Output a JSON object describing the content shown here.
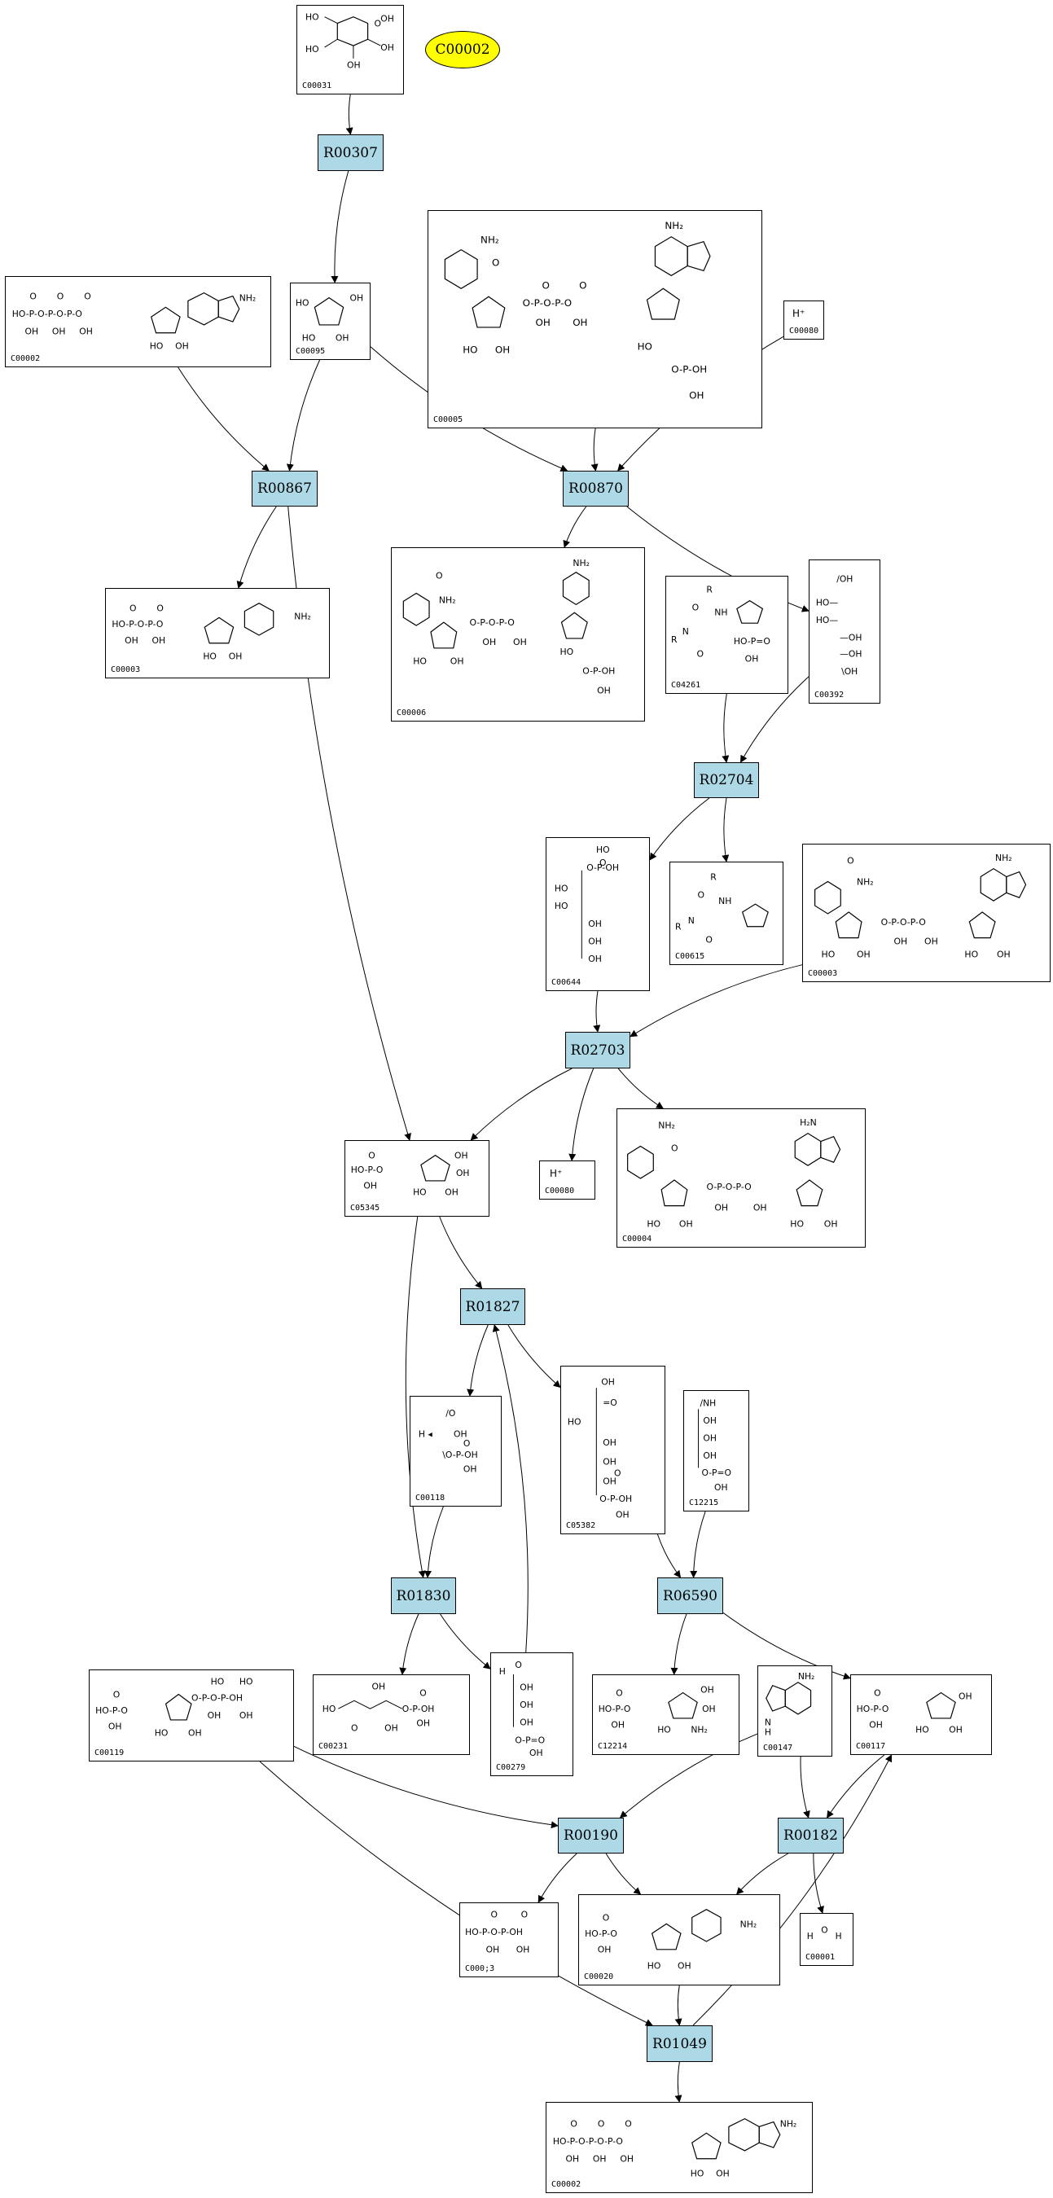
{
  "highlight": {
    "label": "C00002",
    "color": "#ffff00"
  },
  "colors": {
    "reaction_fill": "#add8e6",
    "edge": "#000000"
  },
  "compounds": [
    {
      "key": "c00031",
      "id": "C00031",
      "icon": "glucose-structure"
    },
    {
      "key": "c00002a",
      "id": "C00002",
      "icon": "atp-structure"
    },
    {
      "key": "c00095",
      "id": "C00095",
      "icon": "fructose-structure"
    },
    {
      "key": "c00005",
      "id": "C00005",
      "icon": "nadph-structure"
    },
    {
      "key": "c00080a",
      "id": "C00080",
      "icon": "proton",
      "formula": "H⁺"
    },
    {
      "key": "c00003a",
      "id": "C00003",
      "icon": "adp-structure"
    },
    {
      "key": "c00006",
      "id": "C00006",
      "icon": "nadp-structure"
    },
    {
      "key": "c04261",
      "id": "C04261",
      "icon": "phosphohistidine-protein-structure"
    },
    {
      "key": "c00392",
      "id": "C00392",
      "icon": "mannitol-structure"
    },
    {
      "key": "c00644",
      "id": "C00644",
      "icon": "mannitol-1-phosphate-structure"
    },
    {
      "key": "c00615",
      "id": "C00615",
      "icon": "histidine-protein-structure"
    },
    {
      "key": "c00003b",
      "id": "C00003",
      "icon": "nad-structure"
    },
    {
      "key": "c05345",
      "id": "C05345",
      "icon": "fructose-6-phosphate-structure"
    },
    {
      "key": "c00080b",
      "id": "C00080",
      "icon": "proton",
      "formula": "H⁺"
    },
    {
      "key": "c00004",
      "id": "C00004",
      "icon": "nadh-structure"
    },
    {
      "key": "c00118",
      "id": "C00118",
      "icon": "glyceraldehyde-3-phosphate-structure"
    },
    {
      "key": "c05382",
      "id": "C05382",
      "icon": "sedoheptulose-7-phosphate-structure"
    },
    {
      "key": "c12215",
      "id": "C12215",
      "icon": "iminoribitol-phosphate-structure"
    },
    {
      "key": "c00119",
      "id": "C00119",
      "icon": "prpp-structure"
    },
    {
      "key": "c00231",
      "id": "C00231",
      "icon": "xylulose-5-phosphate-structure"
    },
    {
      "key": "c00279",
      "id": "C00279",
      "icon": "erythrose-4-phosphate-structure"
    },
    {
      "key": "c12214",
      "id": "C12214",
      "icon": "aminofructose-phosphate-structure"
    },
    {
      "key": "c00147",
      "id": "C00147",
      "icon": "adenine-structure"
    },
    {
      "key": "c00117",
      "id": "C00117",
      "icon": "ribose-5-phosphate-structure"
    },
    {
      "key": "c00013",
      "id": "C000;3",
      "icon": "pyrophosphate-structure"
    },
    {
      "key": "c00020",
      "id": "C00020",
      "icon": "amp-structure"
    },
    {
      "key": "c00001",
      "id": "C00001",
      "icon": "water-structure"
    },
    {
      "key": "c00002b",
      "id": "C00002",
      "icon": "atp-structure"
    }
  ],
  "reactions": [
    {
      "key": "r00307",
      "id": "R00307"
    },
    {
      "key": "r00867",
      "id": "R00867"
    },
    {
      "key": "r00870",
      "id": "R00870"
    },
    {
      "key": "r02704",
      "id": "R02704"
    },
    {
      "key": "r02703",
      "id": "R02703"
    },
    {
      "key": "r01827",
      "id": "R01827"
    },
    {
      "key": "r01830",
      "id": "R01830"
    },
    {
      "key": "r06590",
      "id": "R06590"
    },
    {
      "key": "r00190",
      "id": "R00190"
    },
    {
      "key": "r00182",
      "id": "R00182"
    },
    {
      "key": "r01049",
      "id": "R01049"
    }
  ],
  "edges": [
    {
      "from": "c00031",
      "to": "r00307"
    },
    {
      "from": "r00307",
      "to": "c00095"
    },
    {
      "from": "c00002a",
      "to": "r00867"
    },
    {
      "from": "c00095",
      "to": "r00867"
    },
    {
      "from": "c00095",
      "to": "r00870"
    },
    {
      "from": "c00005",
      "to": "r00870"
    },
    {
      "from": "c00080a",
      "to": "r00870"
    },
    {
      "from": "r00867",
      "to": "c00003a"
    },
    {
      "from": "r00867",
      "to": "c05345"
    },
    {
      "from": "r00870",
      "to": "c00006"
    },
    {
      "from": "r00870",
      "to": "c00392"
    },
    {
      "from": "c04261",
      "to": "r02704"
    },
    {
      "from": "c00392",
      "to": "r02704"
    },
    {
      "from": "r02704",
      "to": "c00644"
    },
    {
      "from": "r02704",
      "to": "c00615"
    },
    {
      "from": "c00644",
      "to": "r02703"
    },
    {
      "from": "c00003b",
      "to": "r02703"
    },
    {
      "from": "r02703",
      "to": "c05345"
    },
    {
      "from": "r02703",
      "to": "c00080b"
    },
    {
      "from": "r02703",
      "to": "c00004"
    },
    {
      "from": "c05345",
      "to": "r01827"
    },
    {
      "from": "c05345",
      "to": "r01830"
    },
    {
      "from": "r01827",
      "to": "c00118"
    },
    {
      "from": "r01827",
      "to": "c05382"
    },
    {
      "from": "c00279",
      "to": "r01827"
    },
    {
      "from": "c00118",
      "to": "r01830"
    },
    {
      "from": "c05382",
      "to": "r06590"
    },
    {
      "from": "c12215",
      "to": "r06590"
    },
    {
      "from": "r01830",
      "to": "c00231"
    },
    {
      "from": "r01830",
      "to": "c00279"
    },
    {
      "from": "r06590",
      "to": "c12214"
    },
    {
      "from": "r06590",
      "to": "c00117"
    },
    {
      "from": "c00119",
      "to": "r00190"
    },
    {
      "from": "c00147",
      "to": "r00190"
    },
    {
      "from": "c00147",
      "to": "r00182"
    },
    {
      "from": "c00117",
      "to": "r00182"
    },
    {
      "from": "r00190",
      "to": "c00013"
    },
    {
      "from": "r00190",
      "to": "c00020"
    },
    {
      "from": "r00182",
      "to": "c00020"
    },
    {
      "from": "r00182",
      "to": "c00001"
    },
    {
      "from": "c00119",
      "to": "r01049"
    },
    {
      "from": "c00020",
      "to": "r01049"
    },
    {
      "from": "r01049",
      "to": "c00117"
    },
    {
      "from": "r01049",
      "to": "c00002b"
    }
  ]
}
